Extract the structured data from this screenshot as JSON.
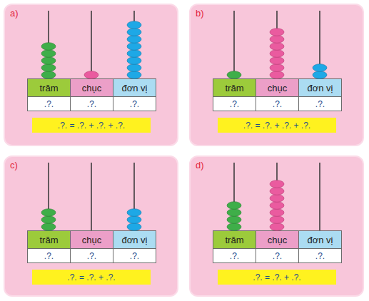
{
  "diagram": {
    "nodes": [
      {
        "text": [
          "a)"
        ]
      },
      {
        "text": [
          "trăm"
        ],
        "in": 0
      },
      {
        "text": [
          "chục"
        ],
        "in": 0
      },
      {
        "text": [
          "đơn vị"
        ],
        "in": 0
      },
      {
        "text": [
          ".?."
        ],
        "in": 0
      },
      {
        "text": [
          ".?."
        ],
        "in": 0
      },
      {
        "text": [
          ".?."
        ],
        "in": 0
      },
      {
        "text": [
          ".?. = .?. + .?. + .?."
        ],
        "in": 0
      },
      {
        "text": [
          "b)"
        ]
      },
      {
        "text": [
          "trăm"
        ],
        "in": 8
      },
      {
        "text": [
          "chục"
        ],
        "in": 8
      },
      {
        "text": [
          "đơn vị"
        ],
        "in": 8
      },
      {
        "text": [
          ".?."
        ],
        "in": 8
      },
      {
        "text": [
          ".?."
        ],
        "in": 8
      },
      {
        "text": [
          ".?."
        ],
        "in": 8
      },
      {
        "text": [
          ".?. = .?. + .?. + .?."
        ],
        "in": 8
      },
      {
        "text": [
          "c)"
        ]
      },
      {
        "text": [
          "trăm"
        ],
        "in": 16
      },
      {
        "text": [
          "chục"
        ],
        "in": 16
      },
      {
        "text": [
          "đơn vị"
        ],
        "in": 16
      },
      {
        "text": [
          ".?."
        ],
        "in": 16
      },
      {
        "text": [
          ".?."
        ],
        "in": 16
      },
      {
        "text": [
          ".?."
        ],
        "in": 16
      },
      {
        "text": [
          ".?. = .?. + .?."
        ],
        "in": 16
      },
      {
        "text": [
          "d)"
        ]
      },
      {
        "text": [
          "trăm"
        ],
        "in": 24
      },
      {
        "text": [
          "chục"
        ],
        "in": 24
      },
      {
        "text": [
          "đơn vị"
        ],
        "in": 24
      },
      {
        "text": [
          ".?."
        ],
        "in": 24
      },
      {
        "text": [
          ".?."
        ],
        "in": 24
      },
      {
        "text": [
          ".?."
        ],
        "in": 24
      },
      {
        "text": [
          ".?. = .?. + .?."
        ],
        "in": 24
      }
    ]
  }
}
